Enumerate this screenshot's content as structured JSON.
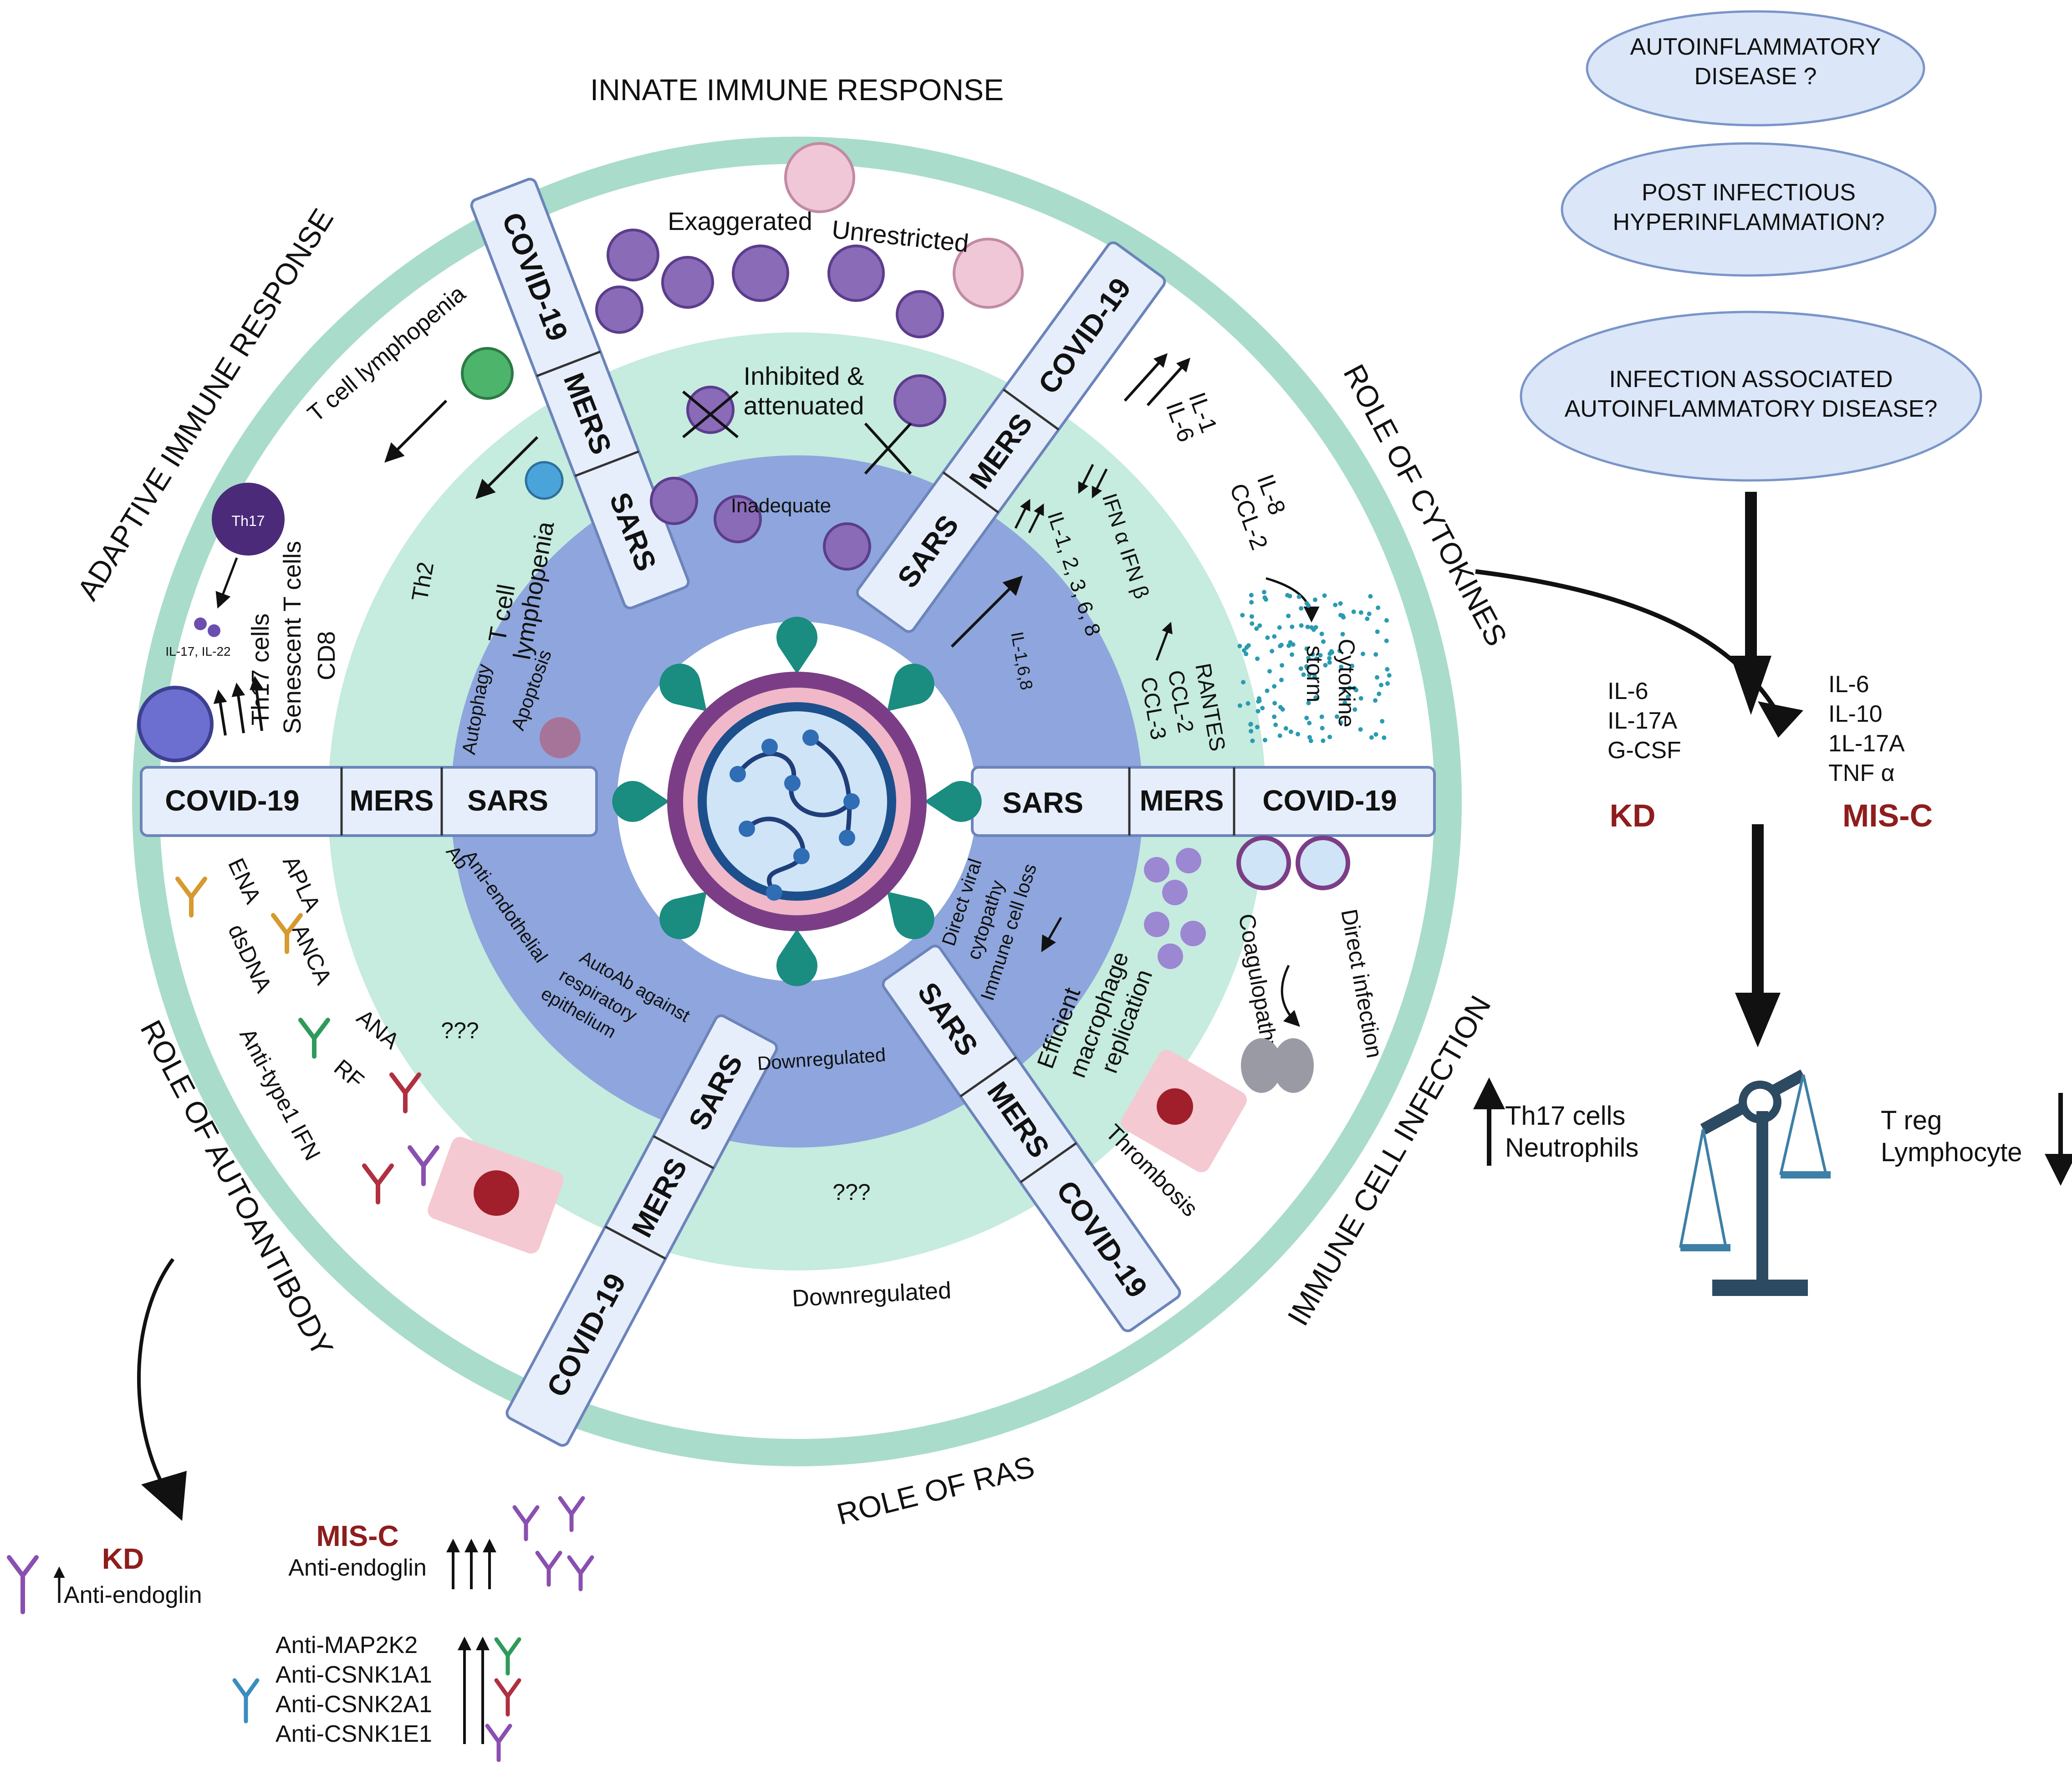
{
  "arc_titles": {
    "innate": "INNATE IMMUNE RESPONSE",
    "adaptive": "ADAPTIVE IMMUNE RESPONSE",
    "cytokines": "ROLE OF CYTOKINES",
    "immune_infection": "IMMUNE CELL INFECTION",
    "ras": "ROLE OF RAS",
    "autoantibody": "ROLE OF AUTOANTIBODY"
  },
  "spokes": {
    "covid": "COVID-19",
    "mers": "MERS",
    "sars": "SARS"
  },
  "innate": {
    "covid_a": "Exaggerated",
    "covid_b": "Unrestricted",
    "mers_1": "Inhibited &",
    "mers_2": "attenuated",
    "sars": "Inadequate"
  },
  "adaptive": {
    "covid_1": "Th17 cells",
    "covid_2": "Senescent T cells",
    "covid_3": "CD8",
    "th17_badge": "Th17",
    "il_note": "IL-17, IL-22",
    "t_lymph": "T cell lymphopenia",
    "th2": "Th2",
    "sars_1": "T cell",
    "sars_2": "lymphopenia",
    "autophagy": "Autophagy",
    "apoptosis": "Apoptosis"
  },
  "cytokines": {
    "covid_1": "IL-1",
    "covid_2": "IL-6",
    "covid_3": "IL-8",
    "covid_4": "CCL-2",
    "storm_1": "Cytokine",
    "storm_2": "storm",
    "mers_1": "IFN α  IFN β",
    "mers_2": "IL-1, 2, 3, 6, 8",
    "mers_3": "RANTES",
    "mers_4": "CCL-2",
    "mers_5": "CCL-3",
    "sars": "IL-1,6,8"
  },
  "infection": {
    "covid_1": "Direct infection",
    "covid_2": "Coagulopathy",
    "covid_3": "Thrombosis",
    "mers_1": "Efficient",
    "mers_2": "macrophage",
    "mers_3": "replication",
    "sars_1": "Direct viral",
    "sars_2": "cytopathy",
    "sars_3": "Immune cell loss"
  },
  "ras": {
    "covid": "Downregulated",
    "mers": "???",
    "sars": "Downregulated"
  },
  "autoab": {
    "apla": "APLA",
    "ena": "ENA",
    "anca": "ANCA",
    "dsdna": "dsDNA",
    "ana": "ANA",
    "rf": "RF",
    "ifn": "Anti-type1 IFN",
    "mers": "???",
    "sars_1": "Anti-endothelial",
    "sars_2": "Ab",
    "sars_3": "AutoAb against",
    "sars_4": "respiratory",
    "sars_5": "epithelium"
  },
  "right_panel": {
    "q1_1": "AUTOINFLAMMATORY",
    "q1_2": "DISEASE ?",
    "q2_1": "POST INFECTIOUS",
    "q2_2": "HYPERINFLAMMATION?",
    "q3_1": "INFECTION ASSOCIATED",
    "q3_2": "AUTOINFLAMMATORY DISEASE?",
    "kd_list": [
      "IL-6",
      "IL-17A",
      "G-CSF"
    ],
    "misc_list": [
      "IL-6",
      "IL-10",
      "1L-17A",
      "TNF α"
    ],
    "kd": "KD",
    "misc": "MIS-C",
    "left_1": "Th17 cells",
    "left_2": "Neutrophils",
    "right_1": "T reg",
    "right_2": "Lymphocyte"
  },
  "bottom": {
    "kd": "KD",
    "kd_label": "Anti-endoglin",
    "misc": "MIS-C",
    "misc_label": "Anti-endoglin",
    "anti": [
      "Anti-MAP2K2",
      "Anti-CSNK1A1",
      "Anti-CSNK2A1",
      "Anti-CSNK1E1"
    ]
  },
  "colors": {
    "outer_ring": "#a9dccb",
    "middle_ring": "#c6ebdf",
    "inner_ring": "#8ea6dd",
    "center": "#ffffff",
    "spoke_fill": "#e7eefb",
    "spoke_stroke": "#6b84ba",
    "ellipse_fill": "#dbe6f8",
    "accent_red": "#8e1d1d",
    "scale": "#2d4a63",
    "virus_teal": "#1a8c80"
  }
}
